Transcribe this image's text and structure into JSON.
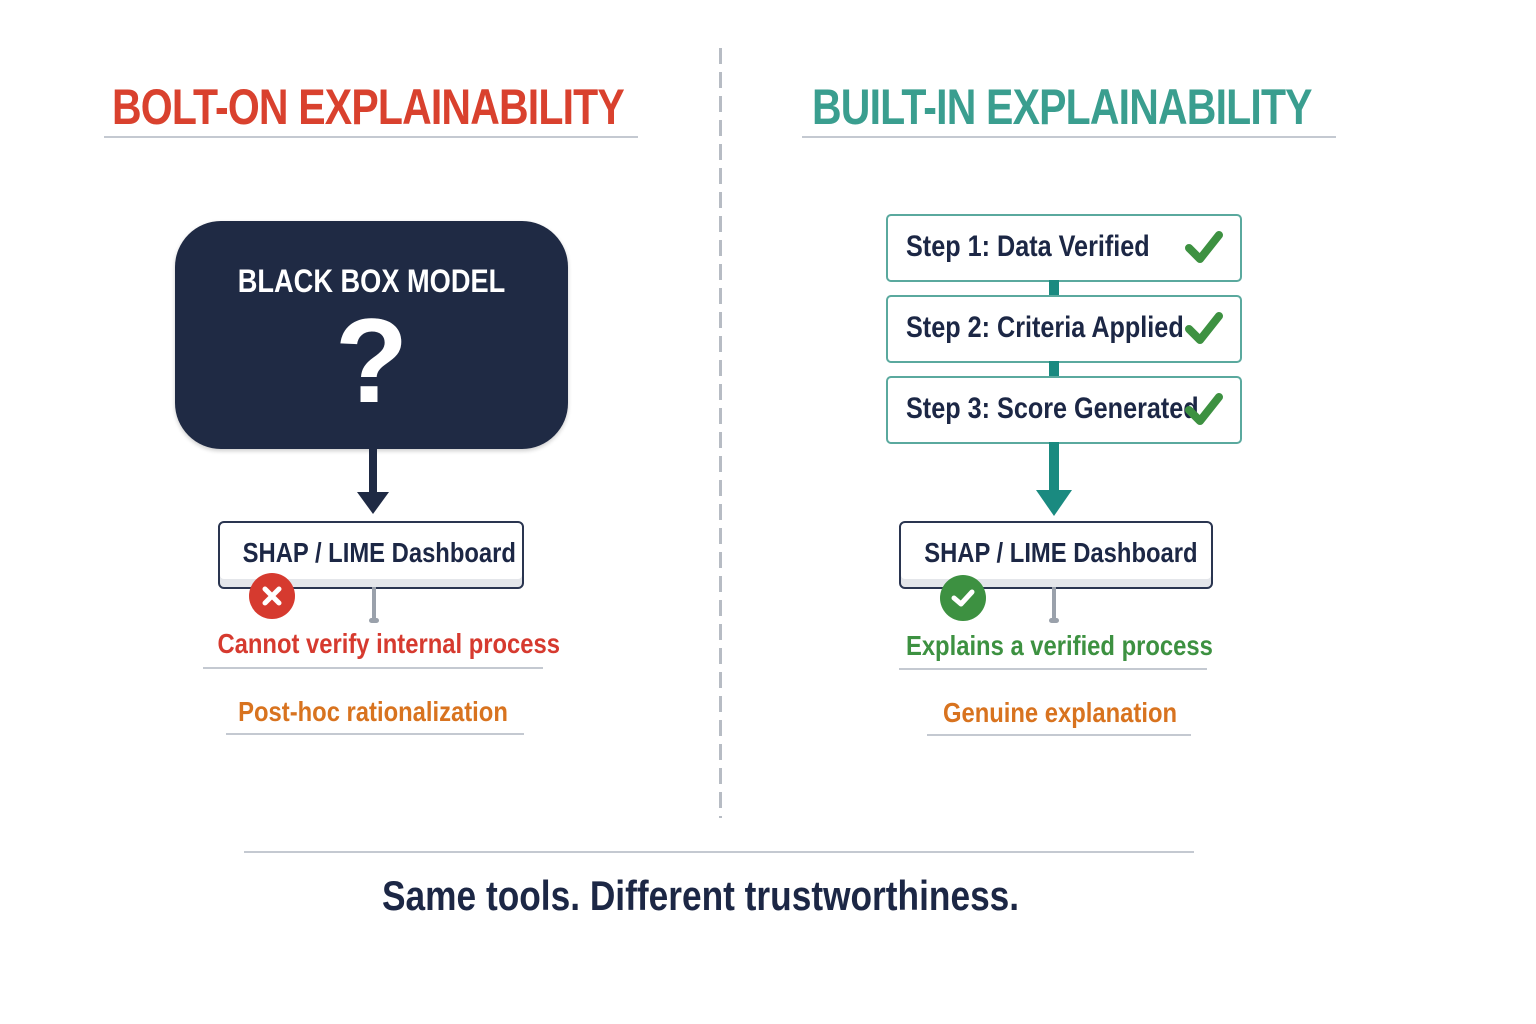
{
  "left_panel": {
    "title": "BOLT-ON EXPLAINABILITY",
    "title_color": "#d9412e",
    "model_box": {
      "title": "BLACK BOX MODEL",
      "symbol": "?"
    },
    "dashboard_label": "SHAP / LIME Dashboard",
    "status_icon": "x-circle-icon",
    "status_color": "#d63a2f",
    "status_text": "Cannot verify internal process",
    "verdict": "Post-hoc rationalization",
    "verdict_color": "#d8731f"
  },
  "right_panel": {
    "title": "BUILT-IN EXPLAINABILITY",
    "title_color": "#3a9e8f",
    "steps": [
      {
        "label": "Step 1: Data Verified",
        "icon": "check-icon"
      },
      {
        "label": "Step 2: Criteria Applied",
        "icon": "check-icon"
      },
      {
        "label": "Step 3: Score Generated",
        "icon": "check-icon"
      }
    ],
    "dashboard_label": "SHAP / LIME Dashboard",
    "status_icon": "check-circle-icon",
    "status_color": "#3d9141",
    "status_text": "Explains a verified process",
    "verdict": "Genuine explanation",
    "verdict_color": "#d8731f"
  },
  "footer": {
    "tagline": "Same tools. Different trustworthiness."
  }
}
